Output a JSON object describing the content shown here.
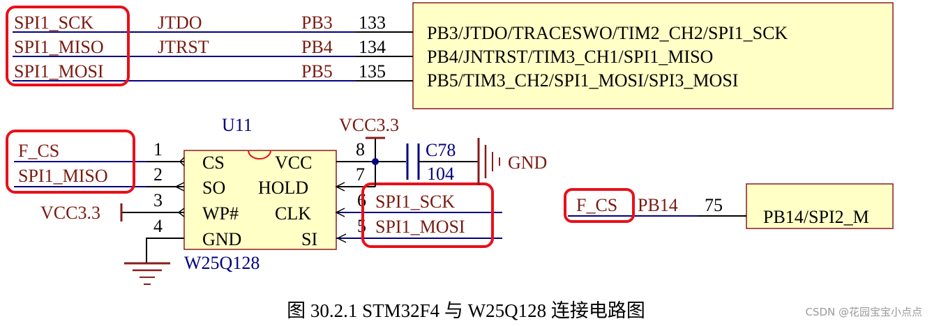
{
  "top": {
    "nets": [
      "SPI1_SCK",
      "SPI1_MISO",
      "SPI1_MOSI"
    ],
    "alt_labels": [
      "JTDO",
      "JTRST"
    ],
    "ports": [
      "PB3",
      "PB4",
      "PB5"
    ],
    "pins": [
      "133",
      "134",
      "135"
    ],
    "mcu_pin_functions": [
      "PB3/JTDO/TRACESWO/TIM2_CH2/SPI1_SCK",
      "PB4/JNTRST/TIM3_CH1/SPI1_MISO",
      "PB5/TIM3_CH2/SPI1_MOSI/SPI3_MOSI"
    ]
  },
  "chip": {
    "ref": "U11",
    "part": "W25Q128",
    "left_pins": [
      {
        "num": "1",
        "name": "CS",
        "net": "F_CS"
      },
      {
        "num": "2",
        "name": "SO",
        "net": "SPI1_MISO"
      },
      {
        "num": "3",
        "name": "WP#",
        "net": "VCC3.3"
      },
      {
        "num": "4",
        "name": "GND",
        "net": ""
      }
    ],
    "right_pins": [
      {
        "num": "8",
        "name": "VCC",
        "net": ""
      },
      {
        "num": "7",
        "name": "HOLD",
        "net": ""
      },
      {
        "num": "6",
        "name": "CLK",
        "net": "SPI1_SCK"
      },
      {
        "num": "5",
        "name": "SI",
        "net": "SPI1_MOSI"
      }
    ]
  },
  "power": {
    "vcc_top": "VCC3.3",
    "capacitor_ref": "C78",
    "capacitor_value": "104",
    "gnd_label": "GND"
  },
  "cs_link": {
    "net": "F_CS",
    "port": "PB14",
    "pin": "75",
    "mcu_pin_function": "PB14/SPI2_M"
  },
  "caption": "图 30.2.1 STM32F4 与 W25Q128 连接电路图",
  "watermark": "CSDN @花园宝宝小点点",
  "colors": {
    "net_text": "#7a1a10",
    "wire_blue": "#000080",
    "wire_black": "#000000",
    "component_fill": "#ffffc6",
    "component_border": "#8b1a1a",
    "highlight": "#e8101a",
    "ref_text": "#000080"
  }
}
